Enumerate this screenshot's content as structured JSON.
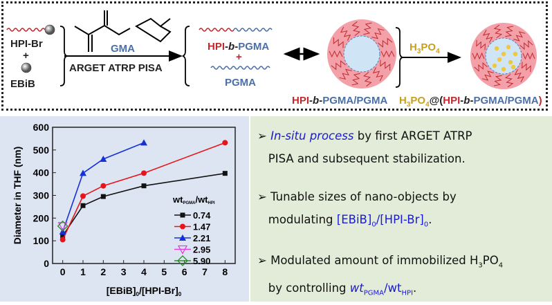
{
  "scheme": {
    "initiator1": "HPI-Br",
    "plus1": "+",
    "initiator2": "EBiB",
    "monomer": "GMA",
    "reaction": "ARGET ATRP PISA",
    "product_block": {
      "a": "HPI",
      "sep1": "-",
      "b": "b",
      "sep2": "-",
      "c": "PGMA"
    },
    "plus2": "+",
    "product_homo": "PGMA",
    "acid": {
      "main": "H",
      "sub1": "3",
      "mid": "PO",
      "sub2": "4"
    },
    "micelle_label": {
      "a": "HPI",
      "sep1": "-",
      "b": "b",
      "sep2": "-",
      "c": "PGMA",
      "d": "/PGMA"
    },
    "loaded_label": {
      "acid": "H",
      "sub1": "3",
      "mid": "PO",
      "sub2": "4",
      "at": "@(",
      "a": "HPI",
      "sep1": "-",
      "b": "b",
      "sep2": "-",
      "c": "PGMA/PGMA",
      "close": ")"
    }
  },
  "chart_data": {
    "type": "line",
    "xlabel": "[EBiB]0/[HPI-Br]0",
    "xlabel_parts": {
      "a": "[EBiB]",
      "s1": "0",
      "b": "/[HPI-Br]",
      "s2": "0"
    },
    "ylabel": "Diameter in THF (nm)",
    "xlim": [
      -0.5,
      8.5
    ],
    "ylim": [
      0,
      600
    ],
    "xticks": [
      0,
      1,
      2,
      3,
      4,
      5,
      6,
      7,
      8
    ],
    "yticks": [
      0,
      100,
      200,
      300,
      400,
      500,
      600
    ],
    "legend_title": {
      "a": "wt",
      "s1": "PGMA",
      "b": "/wt",
      "s2": "HPI"
    },
    "legend_position": "right",
    "series": [
      {
        "name": "0.74",
        "color": "#111111",
        "marker": "square",
        "x": [
          0,
          1,
          2,
          4,
          8
        ],
        "y": [
          122,
          255,
          295,
          342,
          397
        ]
      },
      {
        "name": "1.47",
        "color": "#e8141c",
        "marker": "circle",
        "x": [
          0,
          1,
          2,
          4,
          8
        ],
        "y": [
          105,
          297,
          342,
          398,
          532
        ]
      },
      {
        "name": "2.21",
        "color": "#1530d8",
        "marker": "triangle",
        "x": [
          0,
          1,
          2,
          4
        ],
        "y": [
          140,
          398,
          460,
          532
        ]
      },
      {
        "name": "2.95",
        "color": "#e040e0",
        "marker": "triangle-down-open",
        "x": [
          0
        ],
        "y": [
          165
        ]
      },
      {
        "name": "5.90",
        "color": "#2a8a2a",
        "marker": "diamond-open",
        "x": [
          0
        ],
        "y": [
          165
        ]
      }
    ]
  },
  "highlights": [
    {
      "arrow": "➢",
      "em": "In-situ process",
      "rest1": " by first ARGET ATRP",
      "line2": "PISA and subsequent stabilization."
    },
    {
      "arrow": "➢",
      "line1": "Tunable sizes of nano-objects by",
      "pre": "modulating ",
      "em": "[EBiB]",
      "s1": "0",
      "em2": "/[HPI-Br]",
      "s2": "0",
      "end": "."
    },
    {
      "arrow": "➢",
      "line1": "Modulated amount of immobilized H",
      "s1": "3",
      "mid": "PO",
      "s2": "4",
      "pre": "by controlling ",
      "em": "wt",
      "es1": "PGMA",
      "em2": "/wt",
      "es2": "HPI",
      "end": "."
    }
  ]
}
